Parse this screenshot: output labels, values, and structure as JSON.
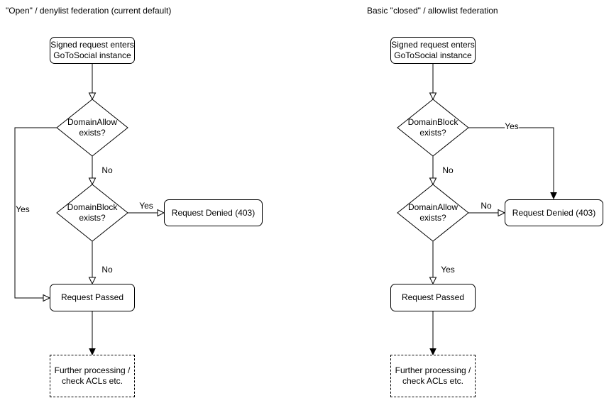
{
  "page": {
    "background_color": "#ffffff",
    "stroke_color": "#000000",
    "text_color": "#000000"
  },
  "left_chart": {
    "title": "\"Open\" / denylist federation (current default)",
    "nodes": {
      "start": {
        "line1": "Signed request enters",
        "line2": "GoToSocial instance"
      },
      "decision1": {
        "line1": "DomainAllow",
        "line2": "exists?"
      },
      "decision2": {
        "line1": "DomainBlock",
        "line2": "exists?"
      },
      "denied": {
        "label": "Request Denied (403)"
      },
      "passed": {
        "label": "Request Passed"
      },
      "further": {
        "line1": "Further processing /",
        "line2": "check ACLs etc."
      }
    },
    "edge_labels": {
      "decision1_yes": "Yes",
      "decision1_no": "No",
      "decision2_yes": "Yes",
      "decision2_no": "No"
    }
  },
  "right_chart": {
    "title": "Basic \"closed\" / allowlist federation",
    "nodes": {
      "start": {
        "line1": "Signed request enters",
        "line2": "GoToSocial instance"
      },
      "decision1": {
        "line1": "DomainBlock",
        "line2": "exists?"
      },
      "decision2": {
        "line1": "DomainAllow",
        "line2": "exists?"
      },
      "denied": {
        "label": "Request Denied (403)"
      },
      "passed": {
        "label": "Request Passed"
      },
      "further": {
        "line1": "Further processing /",
        "line2": "check ACLs etc."
      }
    },
    "edge_labels": {
      "decision1_yes": "Yes",
      "decision1_no": "No",
      "decision2_no": "No",
      "decision2_yes": "Yes"
    }
  }
}
